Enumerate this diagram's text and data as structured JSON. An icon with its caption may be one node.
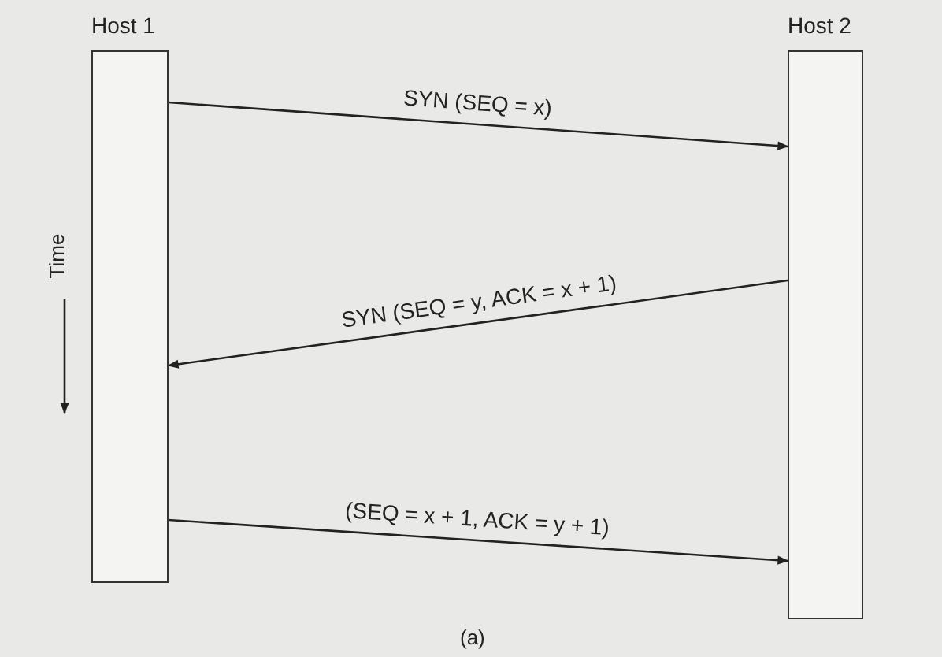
{
  "diagram": {
    "caption": "(a)",
    "nodes": [
      {
        "text": [
          "Host 1"
        ]
      },
      {
        "text": [
          "Host 2"
        ]
      }
    ],
    "edges": [
      {
        "from": 0,
        "to": 1,
        "arrow": "to",
        "label": "SYN (SEQ = x)"
      },
      {
        "from": 1,
        "to": 0,
        "arrow": "to",
        "label": "SYN (SEQ = y, ACK = x + 1)"
      },
      {
        "from": 0,
        "to": 1,
        "arrow": "to",
        "label": "(SEQ = x + 1, ACK = y + 1)"
      }
    ],
    "labels": [
      "Time"
    ]
  }
}
